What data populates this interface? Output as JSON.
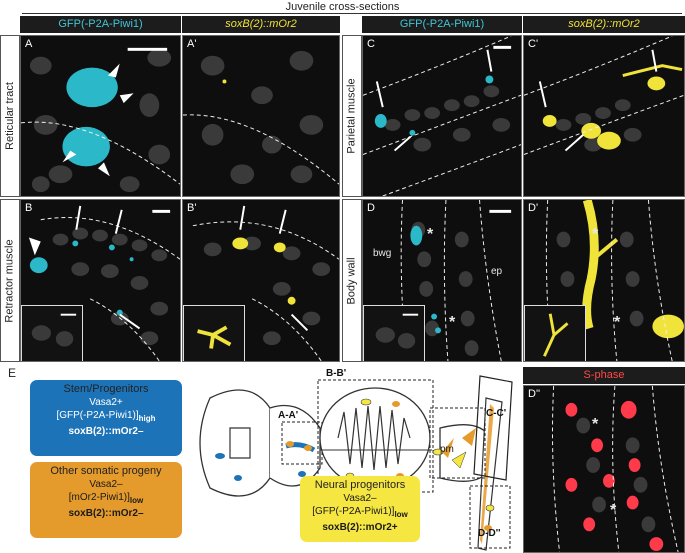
{
  "figure_title": "Juvenile cross-sections",
  "column_headers": [
    {
      "label": "GFP(-P2A-Piwi1)",
      "color": "#3fc6d6"
    },
    {
      "label": "soxB(2)::mOr2",
      "color": "#f0e33a"
    },
    {
      "label": "GFP(-P2A-Piwi1)",
      "color": "#3fc6d6"
    },
    {
      "label": "soxB(2)::mOr2",
      "color": "#f0e33a"
    }
  ],
  "row_labels": {
    "reticular_tract": "Reticular tract",
    "retractor_muscle": "Retractor muscle",
    "parietal_muscle": "Parietal muscle",
    "body_wall": "Body wall"
  },
  "panels": {
    "A": "A",
    "A_prime": "A'",
    "B": "B",
    "B_prime": "B'",
    "C": "C",
    "C_prime": "C'",
    "D": "D",
    "D_prime": "D'",
    "D_dprime": "D''"
  },
  "tags": {
    "bwg": "bwg",
    "ep": "ep",
    "asterisk": "*",
    "pm": "pm"
  },
  "section_e": "E",
  "legend": {
    "stem": {
      "title": "Stem/Progenitors",
      "line1": "Vasa2+",
      "line2": "[GFP(-P2A-Piwi1)]",
      "line2_sub": "high",
      "line3": "soxB(2)::mOr2–",
      "color": "#1d73b8"
    },
    "somatic": {
      "title": "Other somatic progeny",
      "line1": "Vasa2–",
      "line2": "[mOr2-Piwi1)]",
      "line2_sub": "low",
      "line3": "soxB(2)::mOr2–",
      "color": "#e59a2c"
    },
    "neural": {
      "title": "Neural progenitors",
      "line1": "Vasa2–",
      "line2": "[GFP(-P2A-Piwi1)]",
      "line2_sub": "low",
      "line3": "soxB(2)::mOr2+",
      "color": "#f5e642"
    }
  },
  "diagram_labels": {
    "bb": "B-B'",
    "aa": "A-A'",
    "cc": "C-C'",
    "dd": "D-D''",
    "pm": "pm"
  },
  "s_phase": {
    "label": "S-phase",
    "color": "#ff4848"
  }
}
